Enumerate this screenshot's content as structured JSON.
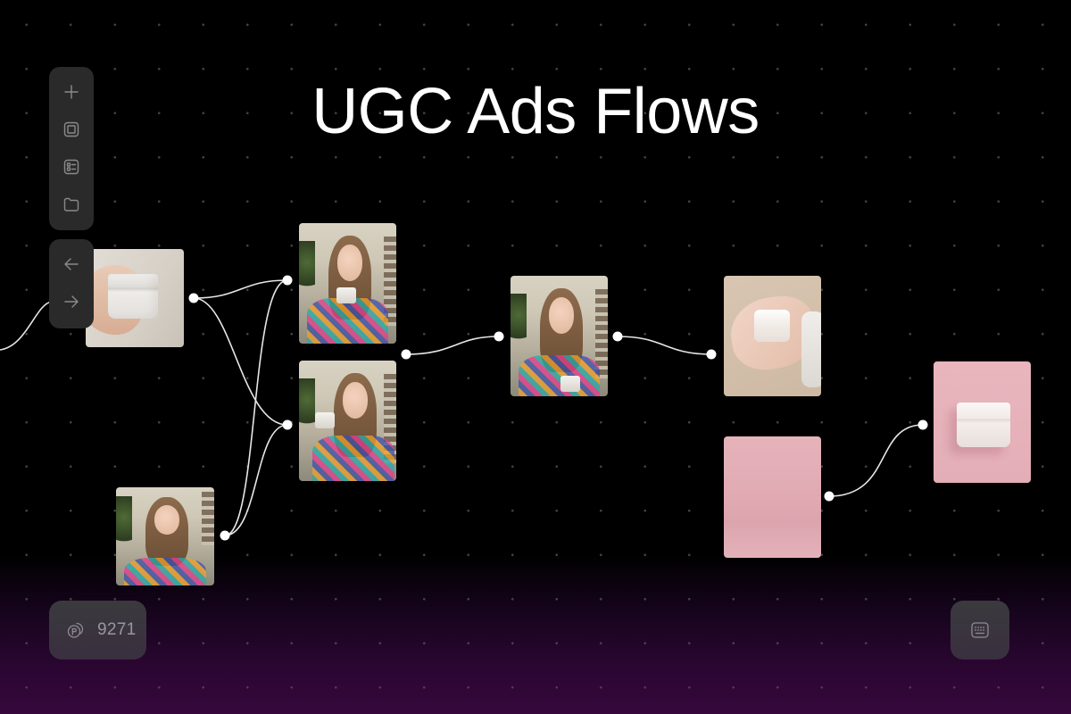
{
  "page": {
    "title": "UGC Ads Flows",
    "background_color": "#000000",
    "bottom_glow_color": "#340838",
    "grid_dot_color": "#787878",
    "wire_color": "#e6e6e6",
    "port_color": "#ffffff"
  },
  "toolbar_top": {
    "items": [
      {
        "name": "add",
        "icon": "plus-icon"
      },
      {
        "name": "frame",
        "icon": "frame-icon"
      },
      {
        "name": "list",
        "icon": "list-icon"
      },
      {
        "name": "folder",
        "icon": "folder-icon"
      }
    ]
  },
  "toolbar_history": {
    "items": [
      {
        "name": "undo",
        "icon": "arrow-left-icon"
      },
      {
        "name": "redo",
        "icon": "arrow-right-icon"
      }
    ]
  },
  "credits": {
    "icon": "credits-coin-icon",
    "value": "9271"
  },
  "keyboard_button": {
    "icon": "keyboard-icon"
  },
  "nodes": [
    {
      "id": "product-hand-jar",
      "description": "hand holding frosted cream jar"
    },
    {
      "id": "woman-holding-jar-front",
      "description": "woman presenting jar on palm"
    },
    {
      "id": "woman-holding-jar-side",
      "description": "woman holding jar, looking down"
    },
    {
      "id": "woman-portrait",
      "description": "woman portrait smiling"
    },
    {
      "id": "woman-applying-cream",
      "description": "woman applying cream to cheek"
    },
    {
      "id": "hands-cream-closeup",
      "description": "hands holding open cream jar on beige"
    },
    {
      "id": "pink-background",
      "description": "plain pink backdrop"
    },
    {
      "id": "pink-jar-product",
      "description": "cream jar on pink backdrop"
    }
  ]
}
